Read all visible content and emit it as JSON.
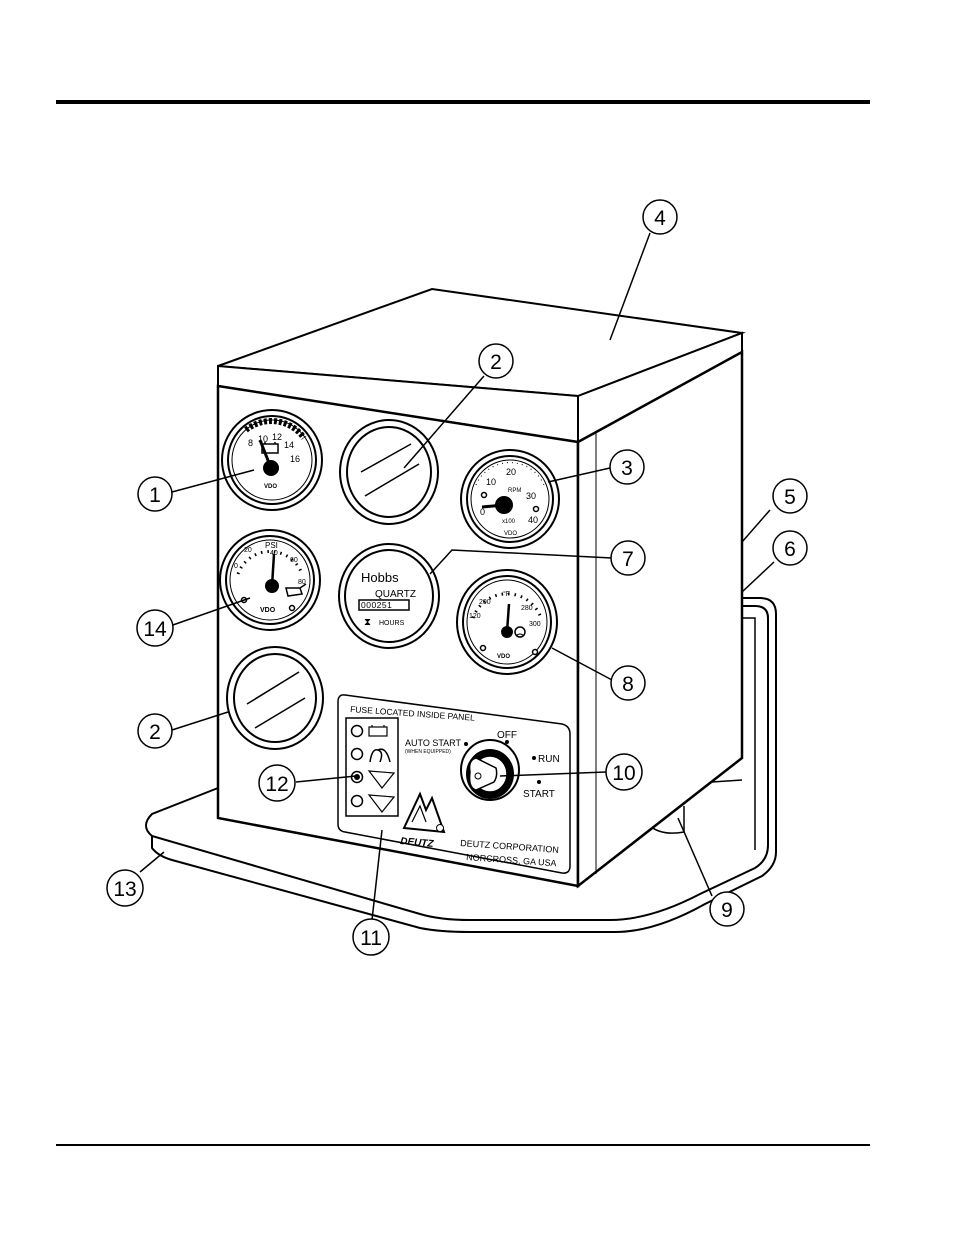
{
  "callouts": [
    "1",
    "2",
    "3",
    "4",
    "5",
    "6",
    "7",
    "8",
    "9",
    "10",
    "11",
    "12",
    "13",
    "14"
  ],
  "gauges": {
    "volt": {
      "scale": [
        "8",
        "10",
        "12",
        "14",
        "16"
      ],
      "brand": "VDO"
    },
    "tach": {
      "scale": [
        "0",
        "10",
        "20",
        "30",
        "40"
      ],
      "unit": "RPM",
      "multiplier": "x100",
      "brand": "VDO"
    },
    "oil": {
      "unit": "PSI",
      "scale": [
        "0",
        "20",
        "40",
        "60",
        "80"
      ],
      "brand": "VDO"
    },
    "hour": {
      "brand": "Hobbs",
      "model": "QUARTZ",
      "digits": "000251",
      "unit": "HOURS"
    },
    "temp": {
      "unit": "°F",
      "scale": [
        "120",
        "200",
        "280",
        "300"
      ],
      "brand": "VDO"
    }
  },
  "control_panel": {
    "fuse_note": "FUSE LOCATED INSIDE PANEL",
    "auto_start": "AUTO START",
    "auto_start_note": "(WHEN EQUIPPED)",
    "off": "OFF",
    "run": "RUN",
    "start": "START",
    "logo": "DEUTZ",
    "company": "DEUTZ CORPORATION",
    "location": "NORCROSS, GA  USA"
  }
}
